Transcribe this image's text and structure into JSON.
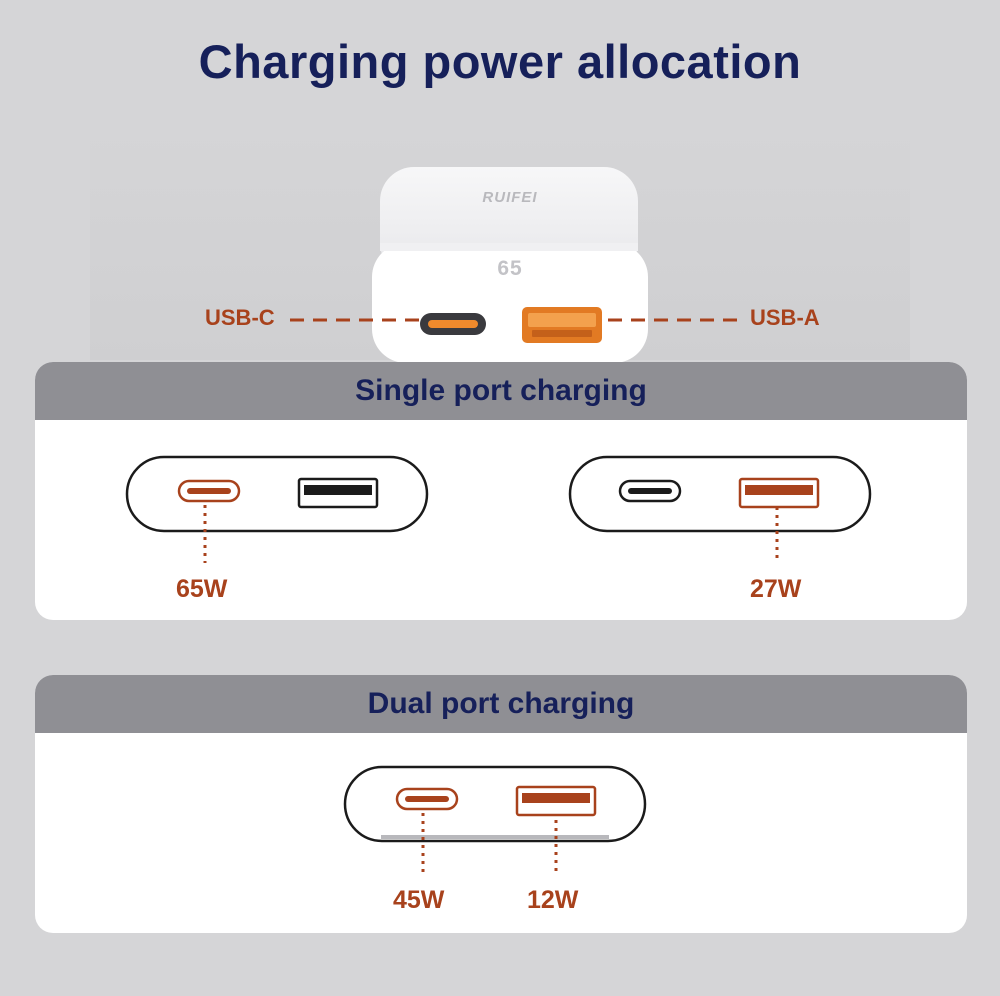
{
  "title": "Charging power allocation",
  "device": {
    "brand": "RUIFEI",
    "power": "65",
    "ports": {
      "c_label": "USB-C",
      "a_label": "USB-A"
    }
  },
  "colors": {
    "accent": "#a8421c",
    "heading": "#16205a",
    "header_bar": "#8f8f94",
    "background": "#d5d5d7"
  },
  "single": {
    "heading": "Single port charging",
    "left": {
      "active_port": "usb-c",
      "watt": "65W"
    },
    "right": {
      "active_port": "usb-a",
      "watt": "27W"
    }
  },
  "dual": {
    "heading": "Dual port charging",
    "usb_c_watt": "45W",
    "usb_a_watt": "12W"
  }
}
